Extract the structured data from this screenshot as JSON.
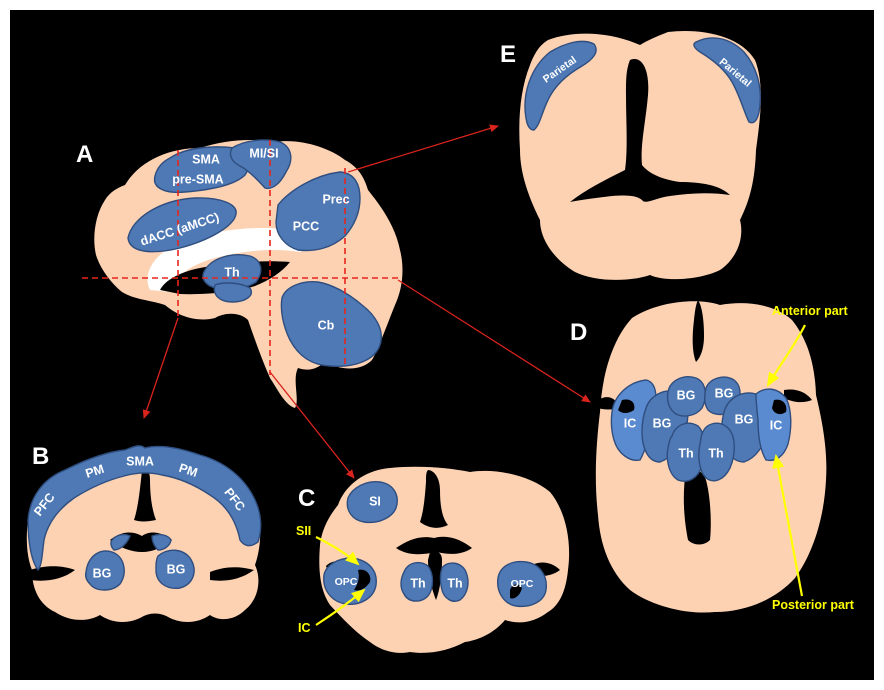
{
  "panels": {
    "A": "A",
    "B": "B",
    "C": "C",
    "D": "D",
    "E": "E"
  },
  "sagittal_labels": {
    "sma": "SMA",
    "pre_sma": "pre-SMA",
    "mi_si": "MI/SI",
    "dacc": "dACC (aMCC)",
    "prec": "Prec",
    "pcc": "PCC",
    "th": "Th",
    "cb": "Cb"
  },
  "coronal_b_labels": {
    "pfc_left": "PFC",
    "pm_left": "PM",
    "sma": "SMA",
    "pm_right": "PM",
    "pfc_right": "PFC",
    "bg_left": "BG",
    "bg_right": "BG"
  },
  "coronal_c_labels": {
    "si": "SI",
    "opc_left": "OPC",
    "th_left": "Th",
    "th_right": "Th",
    "opc_right": "OPC",
    "sii_annotation": "SII",
    "ic_annotation": "IC"
  },
  "axial_d_labels": {
    "ic_left": "IC",
    "bg_left_outer": "BG",
    "bg_left_top": "BG",
    "bg_right_top": "BG",
    "bg_right_outer": "BG",
    "ic_right": "IC",
    "th_left": "Th",
    "th_right": "Th",
    "anterior_annotation": "Anterior part",
    "posterior_annotation": "Posterior part"
  },
  "axial_e_labels": {
    "parietal_left": "Parietal",
    "parietal_right": "Parietal"
  },
  "colors": {
    "background": "#000000",
    "tissue": "#FCD2B3",
    "region": "#4E79B5",
    "slice_lines": "#E8251C",
    "annotation": "#FFFF00",
    "labels": "#FFFFFF"
  }
}
